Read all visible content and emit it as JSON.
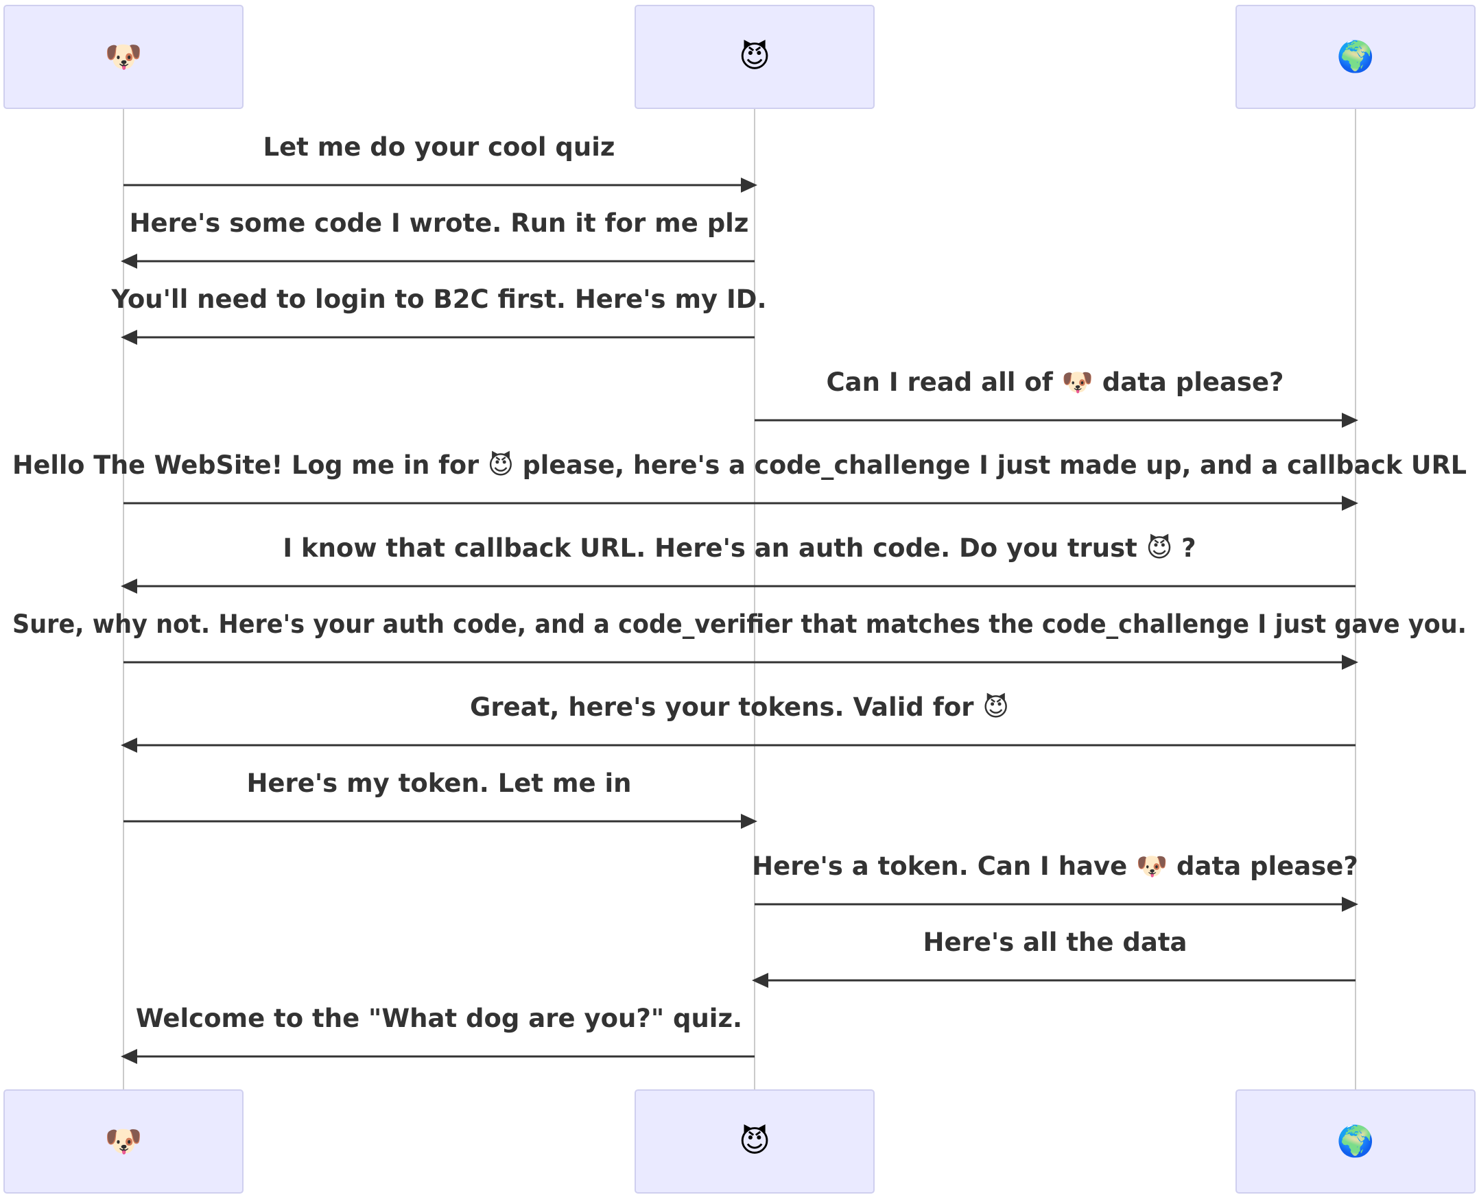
{
  "participants": [
    {
      "id": "user",
      "icon": "dog-face-icon",
      "symbol": "🐶"
    },
    {
      "id": "quiz",
      "icon": "smiling-devil-icon",
      "symbol": "😈"
    },
    {
      "id": "website",
      "icon": "globe-icon",
      "symbol": "🌍"
    }
  ],
  "messages": [
    {
      "from": "user",
      "to": "quiz",
      "text": "Let me do your cool quiz"
    },
    {
      "from": "quiz",
      "to": "user",
      "text": "Here's some code I wrote. Run it for me plz"
    },
    {
      "from": "quiz",
      "to": "user",
      "text": "You'll need to login to B2C first. Here's my ID."
    },
    {
      "from": "quiz",
      "to": "website",
      "text": "Can I read all of 🐶 data please?"
    },
    {
      "from": "user",
      "to": "website",
      "text": "Hello The WebSite! Log me in for 😈 please, here's a code_challenge I just made up, and a callback URL"
    },
    {
      "from": "website",
      "to": "user",
      "text": "I know that callback URL. Here's an auth code. Do you trust 😈 ?"
    },
    {
      "from": "user",
      "to": "website",
      "text": "Sure, why not. Here's your auth code, and a code_verifier that matches the code_challenge I just gave you."
    },
    {
      "from": "website",
      "to": "user",
      "text": "Great, here's your tokens. Valid for 😈"
    },
    {
      "from": "user",
      "to": "quiz",
      "text": "Here's my token. Let me in"
    },
    {
      "from": "quiz",
      "to": "website",
      "text": "Here's a token. Can I have 🐶 data please?"
    },
    {
      "from": "website",
      "to": "quiz",
      "text": "Here's all the data"
    },
    {
      "from": "quiz",
      "to": "user",
      "text": "Welcome to the \"What dog are you?\" quiz."
    }
  ]
}
